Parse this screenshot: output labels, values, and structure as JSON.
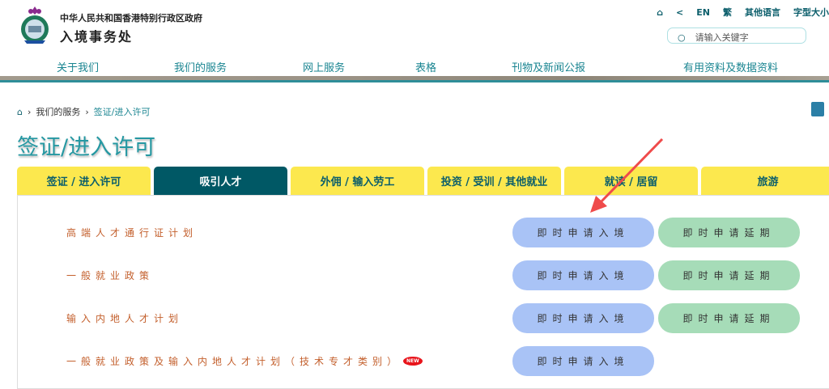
{
  "header": {
    "gov_name": "中华人民共和国香港特别行政区政府",
    "dept_name": "入境事务处",
    "tools": [
      "EN",
      "繁",
      "其他语言",
      "字型大小"
    ],
    "search_placeholder": "请输入关键字"
  },
  "nav": [
    "关于我们",
    "我们的服务",
    "网上服务",
    "表格",
    "刊物及新闻公报",
    "有用资料及数据资料"
  ],
  "breadcrumb": [
    "我们的服务",
    "签证/进入许可"
  ],
  "page_title": "签证/进入许可",
  "tabs": [
    "签证 / 进入许可",
    "吸引人才",
    "外佣 / 输入劳工",
    "投资 / 受训 / 其他就业",
    "就读 / 居留",
    "旅游"
  ],
  "active_tab": 1,
  "rows": [
    {
      "label": "高端人才通行证计划",
      "apply": "即时申请入境",
      "extend": "即时申请延期"
    },
    {
      "label": "一般就业政策",
      "apply": "即时申请入境",
      "extend": "即时申请延期"
    },
    {
      "label": "输入内地人才计划",
      "apply": "即时申请入境",
      "extend": "即时申请延期"
    },
    {
      "label": "一般就业政策及输入内地人才计划（技术专才类别）",
      "apply": "即时申请入境",
      "badge": "NEW"
    }
  ],
  "colors": {
    "teal": "#005865",
    "yellow": "#fce84e",
    "apply": "#a9c3f6",
    "extend": "#a6dcb8",
    "arrow": "#ef4b4b"
  }
}
